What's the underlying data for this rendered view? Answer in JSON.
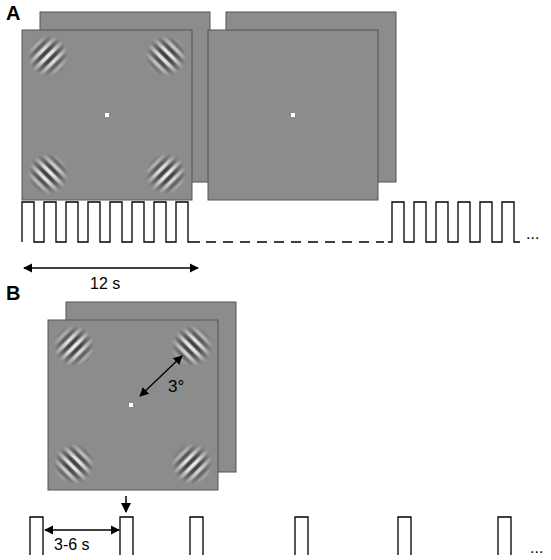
{
  "diagram": {
    "labels": [
      "A",
      "12 s",
      "...",
      "B",
      "3°",
      "3-6 s",
      "..."
    ]
  }
}
